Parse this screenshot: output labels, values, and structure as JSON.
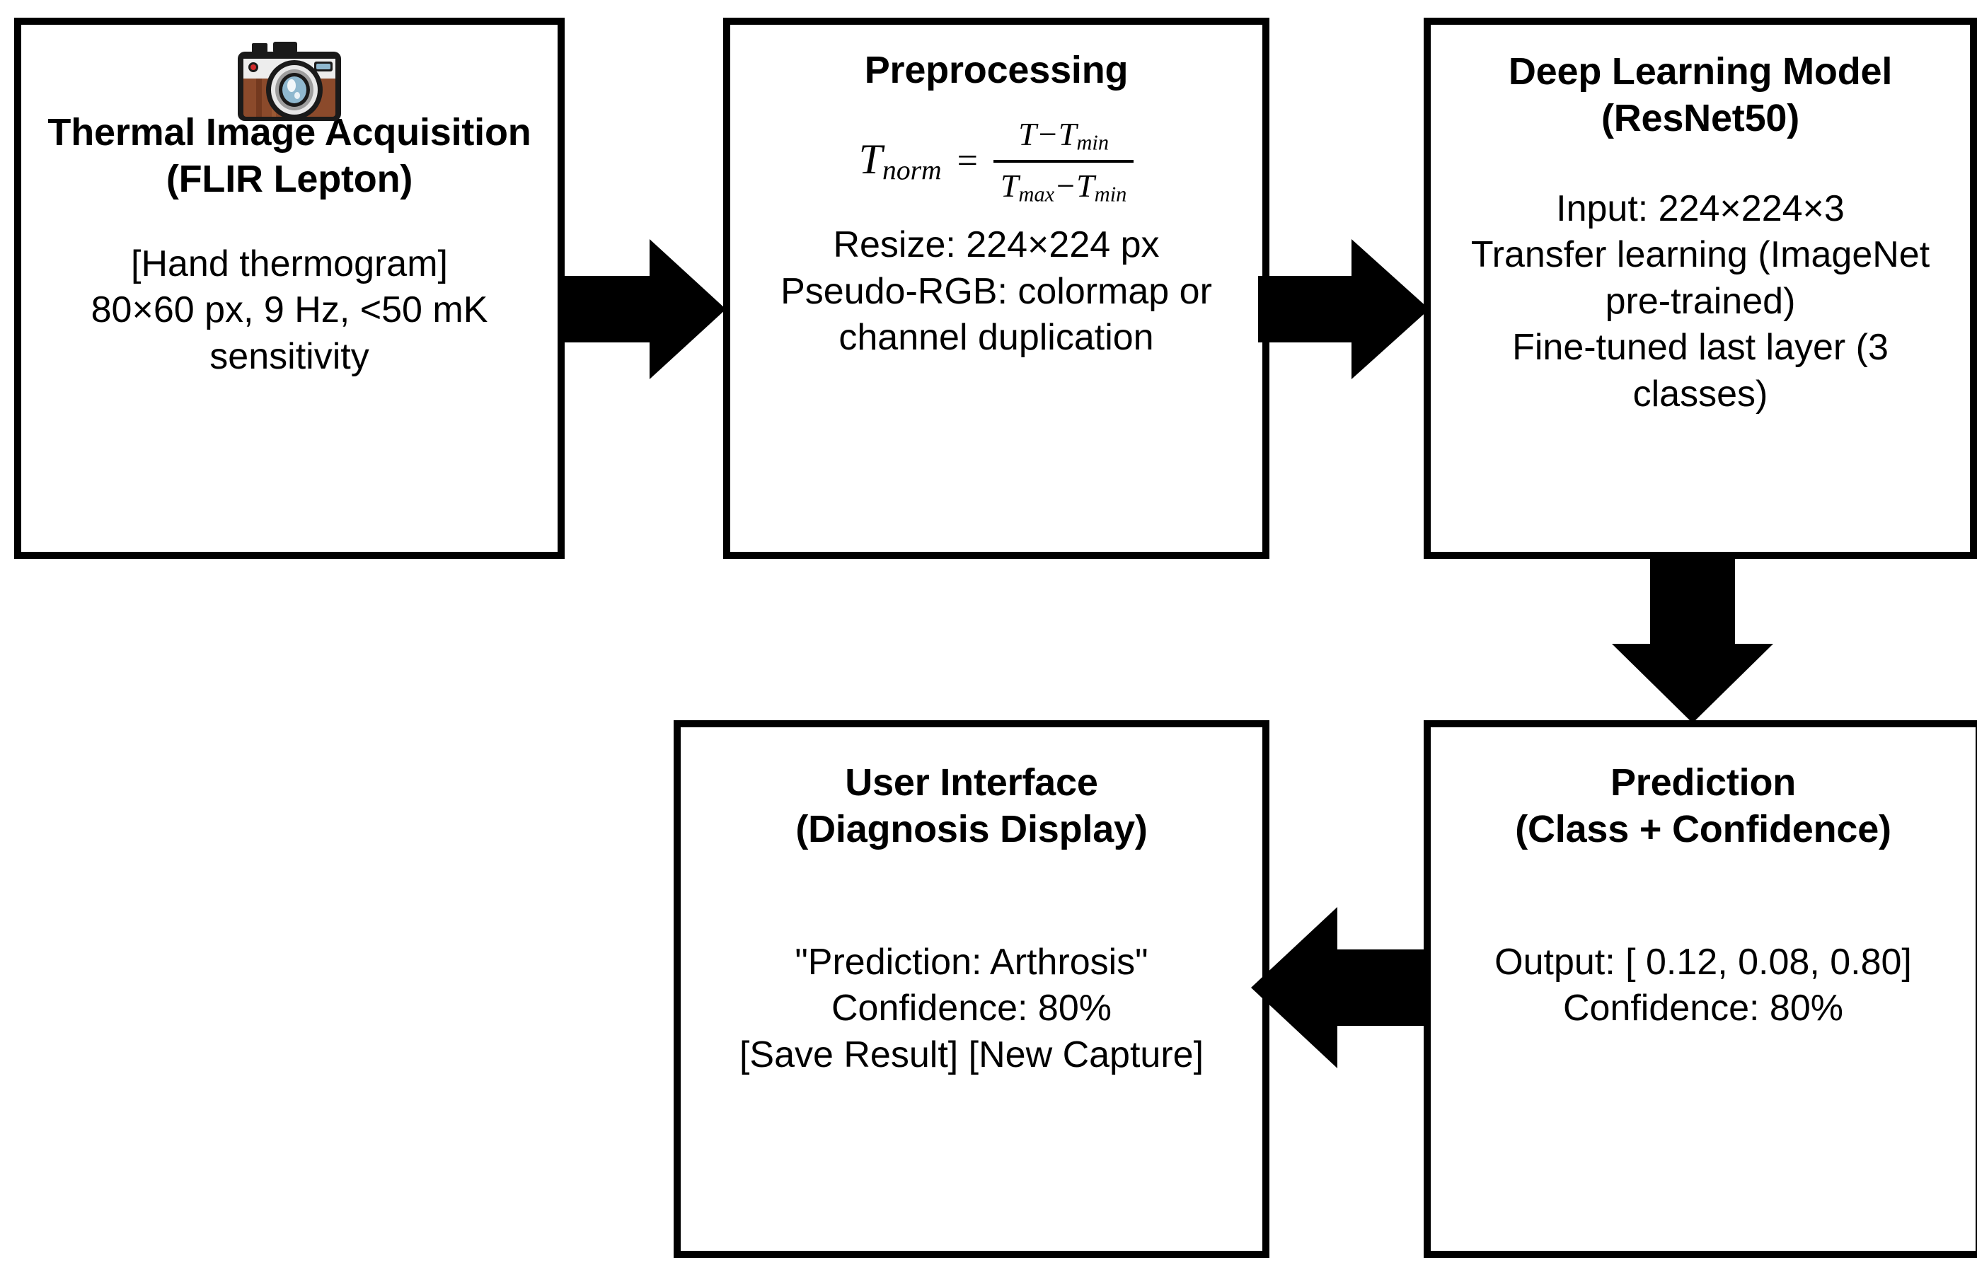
{
  "diagram": {
    "title_bar": "",
    "nodes": {
      "acquisition": {
        "icon": "camera-icon",
        "title": "Thermal Image Acquisition\n(FLIR Lepton)",
        "title_line1": "Thermal Image Acquisition",
        "title_line2": "(FLIR Lepton)",
        "body": "[Hand thermogram]\n80×60 px, 9 Hz, <50 mK\nsensitivity",
        "body_lines": [
          "[Hand thermogram]",
          "80×60 px, 9 Hz, <50 mK",
          "sensitivity"
        ]
      },
      "preprocessing": {
        "title": "Preprocessing",
        "formula": {
          "lhs_base": "T",
          "lhs_sub": "norm",
          "equals": "=",
          "numerator_base1": "T",
          "numerator_minus": "−",
          "numerator_base2": "T",
          "numerator_sub2": "min",
          "denominator_base1": "T",
          "denominator_sub1": "max",
          "denominator_minus": "−",
          "denominator_base2": "T",
          "denominator_sub2": "min",
          "plain": "T_norm = (T − T_min) / (T_max − T_min)"
        },
        "body": "Resize: 224×224 px\nPseudo-RGB: colormap or\nchannel duplication",
        "body_lines": [
          "Resize: 224×224 px",
          "Pseudo-RGB: colormap or",
          "channel duplication"
        ]
      },
      "model": {
        "title": "Deep Learning Model\n(ResNet50)",
        "title_line1": "Deep Learning Model",
        "title_line2": "(ResNet50)",
        "body": "Input: 224×224×3\nTransfer learning (ImageNet\npre-trained)\nFine-tuned last layer (3\nclasses)",
        "body_lines": [
          "Input: 224×224×3",
          "Transfer learning (ImageNet",
          "pre-trained)",
          "Fine-tuned last layer (3",
          "classes)"
        ]
      },
      "prediction": {
        "title": "Prediction\n(Class + Confidence)",
        "title_line1": "Prediction",
        "title_line2": "(Class + Confidence)",
        "body": "Output: [ 0.12, 0.08, 0.80]\nConfidence: 80%",
        "body_lines": [
          "Output: [ 0.12, 0.08, 0.80]",
          "Confidence: 80%"
        ],
        "output_vector": [
          0.12,
          0.08,
          0.8
        ],
        "confidence": "80%"
      },
      "user_interface": {
        "title": "User Interface\n(Diagnosis Display)",
        "title_line1": "User Interface",
        "title_line2": "(Diagnosis Display)",
        "body": "\"Prediction: Arthrosis\"\nConfidence: 80%\n[Save Result] [New Capture]",
        "body_lines": [
          "\"Prediction: Arthrosis\"",
          "Confidence: 80%",
          "[Save Result] [New Capture]"
        ],
        "predicted_class": "Arthrosis",
        "confidence": "80%",
        "actions": [
          "[Save Result]",
          "[New Capture]"
        ]
      }
    },
    "arrows": [
      {
        "name": "acquisition-to-preprocessing",
        "direction": "right"
      },
      {
        "name": "preprocessing-to-model",
        "direction": "right"
      },
      {
        "name": "model-to-prediction",
        "direction": "down"
      },
      {
        "name": "prediction-to-user-interface",
        "direction": "left"
      }
    ],
    "colors": {
      "stroke": "#000000",
      "background": "#ffffff",
      "arrow_fill": "#000000",
      "camera_body": "#8B4A2B",
      "camera_body_dark": "#73391F",
      "camera_top": "#EDEDED",
      "camera_lens_ring": "#9E9E9E",
      "camera_lens_glass": "#8FB8CF",
      "camera_indicator": "#D12B2B",
      "camera_viewfinder": "#8FB8CF"
    }
  }
}
